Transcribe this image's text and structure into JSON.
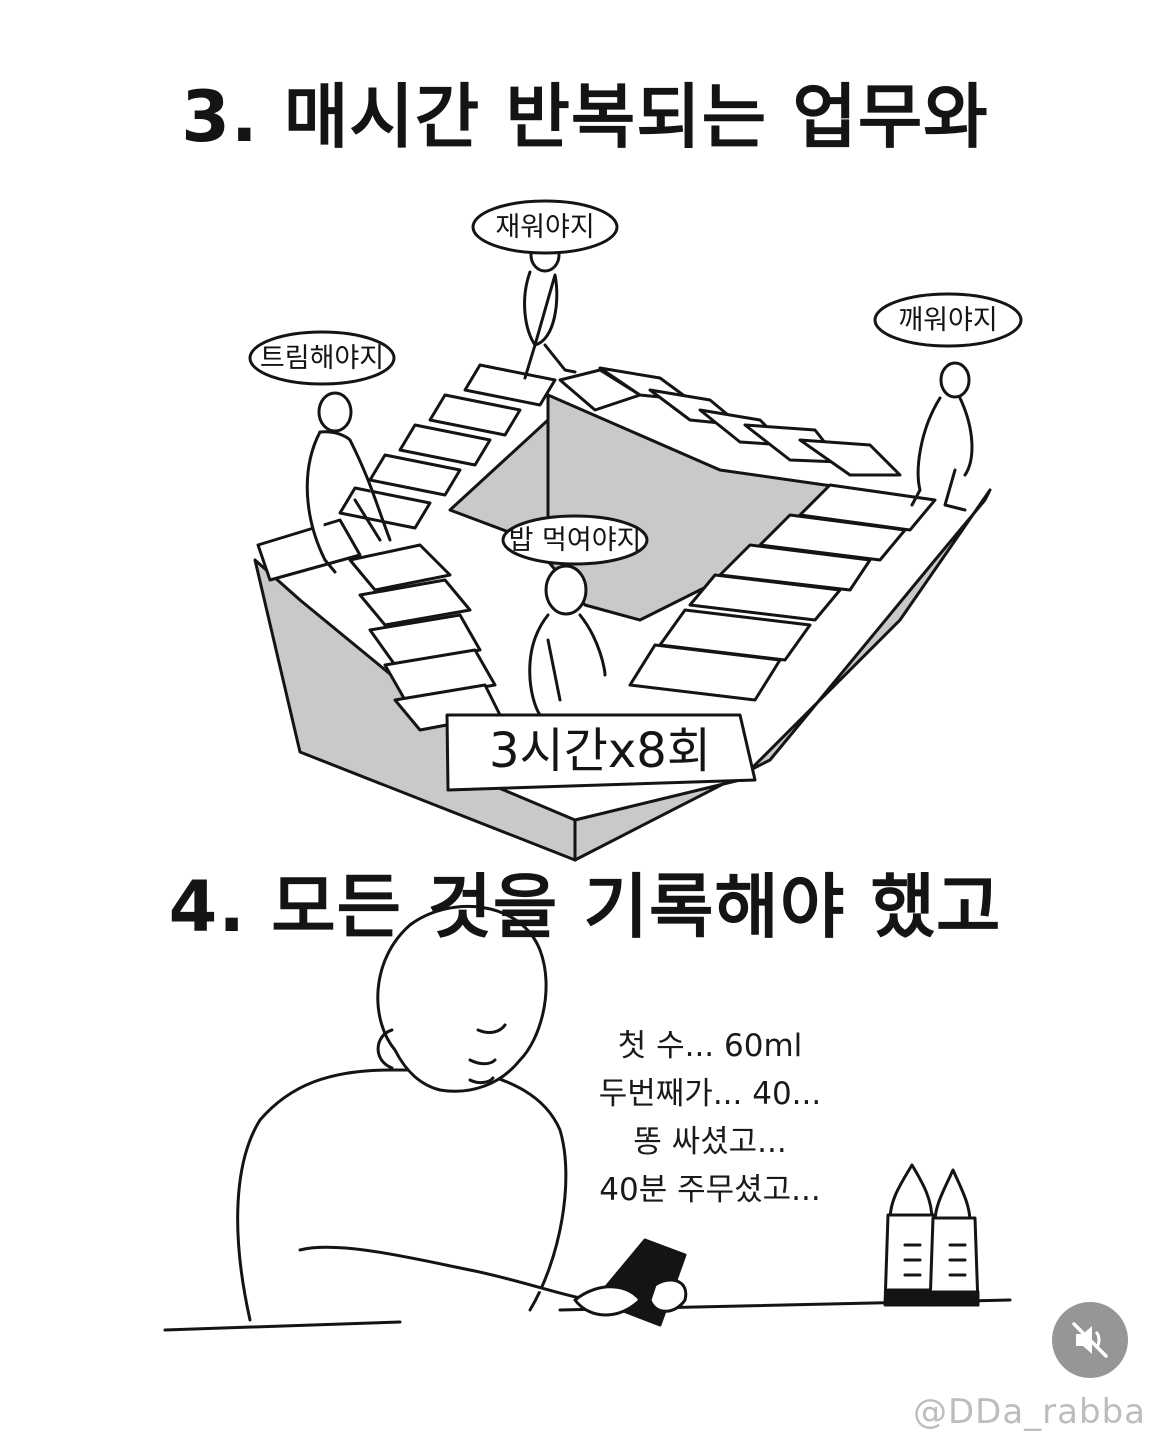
{
  "panel3": {
    "heading": "3. 매시간 반복되는 업무와",
    "bubbles": {
      "top": "재워야지",
      "left": "트림해야지",
      "right": "깨워야지",
      "center": "밥 먹여야지"
    },
    "sign": "3시간x8회"
  },
  "panel4": {
    "heading": "4. 모든 것을 기록해야 했고",
    "memo": [
      "첫 수... 60ml",
      "두번째가... 40...",
      "똥 싸셨고...",
      "40분 주무셨고..."
    ]
  },
  "watermark": "@DDa_rabba",
  "icons": {
    "mute": "speaker-muted-icon"
  },
  "colors": {
    "stair_shadow": "#c9c9c9",
    "ink": "#141414",
    "button": "#8e8e8e"
  }
}
